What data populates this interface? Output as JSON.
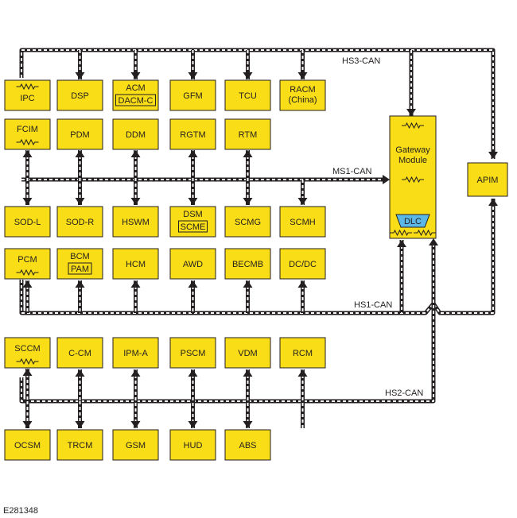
{
  "figure_id": "E281348",
  "colors": {
    "module_fill": "#f9dd16",
    "outline": "#231f20",
    "dlc_fill": "#5bb8e6",
    "background": "#ffffff"
  },
  "buses": [
    {
      "id": "hs3",
      "label": "HS3-CAN"
    },
    {
      "id": "ms1",
      "label": "MS1-CAN"
    },
    {
      "id": "hs1",
      "label": "HS1-CAN"
    },
    {
      "id": "hs2",
      "label": "HS2-CAN"
    }
  ],
  "modules": [
    {
      "id": "ipc",
      "lines": [
        "IPC"
      ],
      "bus": "hs3",
      "terminator": true
    },
    {
      "id": "dsp",
      "lines": [
        "DSP"
      ],
      "bus": "hs3"
    },
    {
      "id": "acm",
      "lines": [
        "ACM",
        "DACM-C"
      ],
      "bus": "hs3",
      "boxed_second_line": true
    },
    {
      "id": "gfm",
      "lines": [
        "GFM"
      ],
      "bus": "hs3"
    },
    {
      "id": "tcu",
      "lines": [
        "TCU"
      ],
      "bus": "hs3"
    },
    {
      "id": "racm",
      "lines": [
        "RACM",
        "(China)"
      ],
      "bus": "hs3"
    },
    {
      "id": "fcim",
      "lines": [
        "FCIM"
      ],
      "bus": "ms1",
      "terminator": true
    },
    {
      "id": "pdm",
      "lines": [
        "PDM"
      ],
      "bus": "ms1"
    },
    {
      "id": "ddm",
      "lines": [
        "DDM"
      ],
      "bus": "ms1"
    },
    {
      "id": "rgtm",
      "lines": [
        "RGTM"
      ],
      "bus": "ms1"
    },
    {
      "id": "rtm",
      "lines": [
        "RTM"
      ],
      "bus": "ms1"
    },
    {
      "id": "sod-l",
      "lines": [
        "SOD-L"
      ],
      "bus": "ms1"
    },
    {
      "id": "sod-r",
      "lines": [
        "SOD-R"
      ],
      "bus": "ms1"
    },
    {
      "id": "hswm",
      "lines": [
        "HSWM"
      ],
      "bus": "ms1"
    },
    {
      "id": "dsm",
      "lines": [
        "DSM",
        "SCME"
      ],
      "bus": "ms1",
      "boxed_second_line": true
    },
    {
      "id": "scmg",
      "lines": [
        "SCMG"
      ],
      "bus": "ms1"
    },
    {
      "id": "scmh",
      "lines": [
        "SCMH"
      ],
      "bus": "ms1"
    },
    {
      "id": "pcm",
      "lines": [
        "PCM"
      ],
      "bus": "hs1",
      "terminator": true
    },
    {
      "id": "bcm",
      "lines": [
        "BCM",
        "PAM"
      ],
      "bus": "hs1",
      "boxed_second_line": true
    },
    {
      "id": "hcm",
      "lines": [
        "HCM"
      ],
      "bus": "hs1"
    },
    {
      "id": "awd",
      "lines": [
        "AWD"
      ],
      "bus": "hs1"
    },
    {
      "id": "becmb",
      "lines": [
        "BECMB"
      ],
      "bus": "hs1"
    },
    {
      "id": "dcdc",
      "lines": [
        "DC/DC"
      ],
      "bus": "hs1"
    },
    {
      "id": "sccm",
      "lines": [
        "SCCM"
      ],
      "bus": "hs2",
      "terminator": true
    },
    {
      "id": "c-cm",
      "lines": [
        "C-CM"
      ],
      "bus": "hs2"
    },
    {
      "id": "ipm-a",
      "lines": [
        "IPM-A"
      ],
      "bus": "hs2"
    },
    {
      "id": "pscm",
      "lines": [
        "PSCM"
      ],
      "bus": "hs2"
    },
    {
      "id": "vdm",
      "lines": [
        "VDM"
      ],
      "bus": "hs2"
    },
    {
      "id": "rcm",
      "lines": [
        "RCM"
      ],
      "bus": "hs2"
    },
    {
      "id": "ocsm",
      "lines": [
        "OCSM"
      ],
      "bus": "hs2"
    },
    {
      "id": "trcm",
      "lines": [
        "TRCM"
      ],
      "bus": "hs2"
    },
    {
      "id": "gsm",
      "lines": [
        "GSM"
      ],
      "bus": "hs2"
    },
    {
      "id": "hud",
      "lines": [
        "HUD"
      ],
      "bus": "hs2"
    },
    {
      "id": "abs",
      "lines": [
        "ABS"
      ],
      "bus": "hs2"
    },
    {
      "id": "apim",
      "lines": [
        "APIM"
      ],
      "bus": "hs3"
    }
  ],
  "gateway": {
    "lines": [
      "Gateway",
      "Module"
    ],
    "connector": "DLC",
    "buses": [
      "hs3",
      "ms1",
      "hs1",
      "hs2"
    ]
  }
}
